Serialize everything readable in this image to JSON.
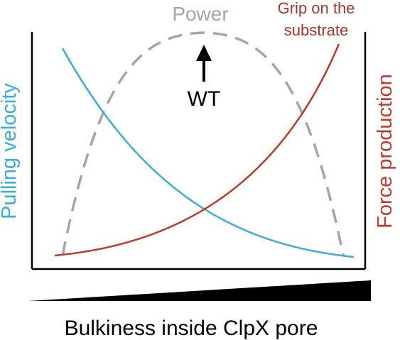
{
  "labels": {
    "power": "Power",
    "grip_line1": "Grip on the",
    "grip_line2": "substrate",
    "wt": "WT",
    "y_left": "Pulling velocity",
    "y_right": "Force production",
    "x_axis": "Bulkiness inside ClpX pore"
  },
  "colors": {
    "velocity": "#3aaed8",
    "force": "#c0392b",
    "power": "#a6a6a6",
    "grip_text": "#a9342b",
    "axis": "#000000",
    "text": "#000000"
  },
  "icons": {
    "wt_marker": "up-arrow-icon",
    "bulkiness_scale": "wedge-icon"
  }
}
